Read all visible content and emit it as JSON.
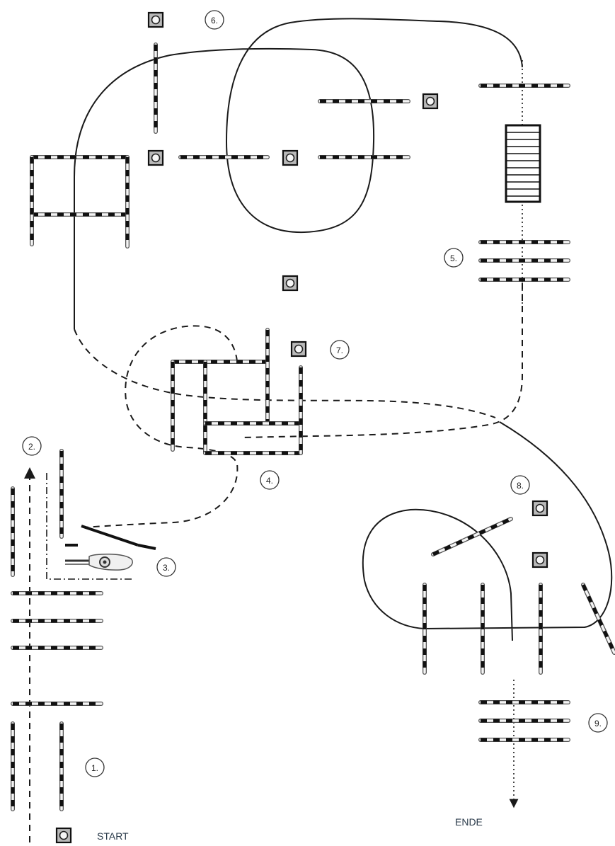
{
  "course": {
    "labels": {
      "start": "START",
      "ende": "ENDE"
    },
    "stations": [
      "1.",
      "2.",
      "3.",
      "4.",
      "5.",
      "6.",
      "7.",
      "8.",
      "9."
    ],
    "colors": {
      "line": "#1a1a1a",
      "pole_dark": "#111111",
      "pole_light": "#f4f4f4",
      "marker_fill": "#b9b9b9",
      "text": "#2a3a4a"
    },
    "icons": [
      "cone-marker-icon",
      "wheelbarrow-icon",
      "ladder-icon",
      "arrow-up-icon",
      "arrow-down-icon"
    ]
  }
}
